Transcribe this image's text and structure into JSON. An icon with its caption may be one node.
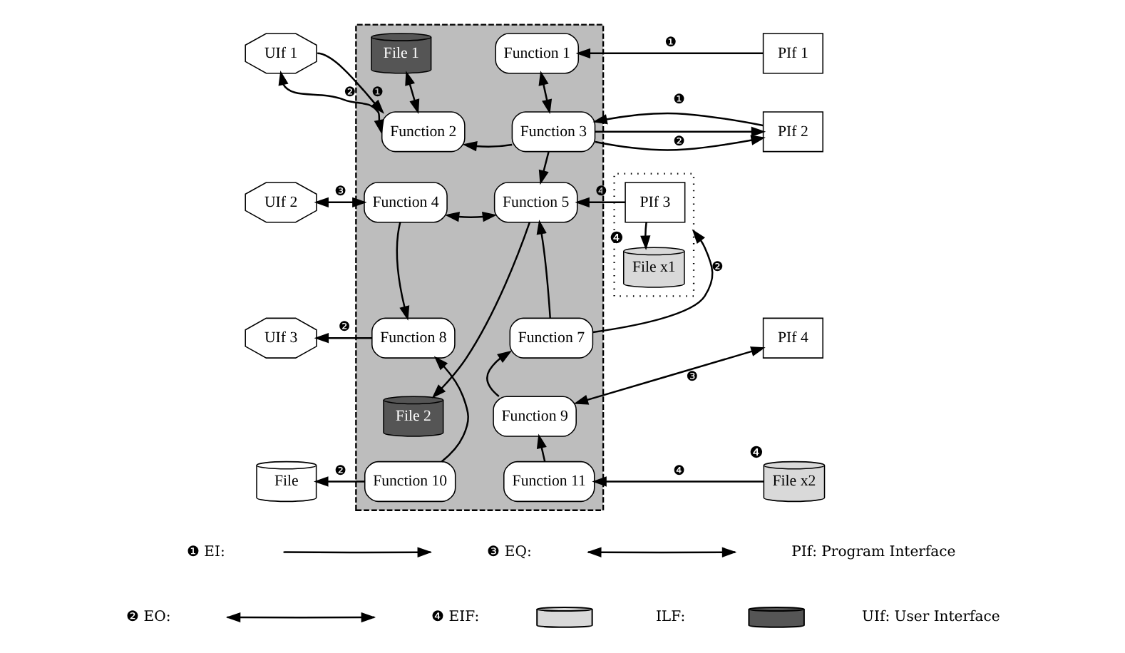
{
  "diagram": {
    "nodes": [
      {
        "text": [],
        "shape": "box"
      },
      {
        "text": [
          "File 1"
        ],
        "in": 0
      },
      {
        "text": [
          "Function 1"
        ],
        "in": 0
      },
      {
        "text": [
          "Function 2"
        ],
        "in": 0
      },
      {
        "text": [
          "Function 3"
        ],
        "in": 0
      },
      {
        "text": [
          "Function 4"
        ],
        "in": 0
      },
      {
        "text": [
          "Function 5"
        ],
        "in": 0
      },
      {
        "text": [
          "Function 8"
        ],
        "in": 0
      },
      {
        "text": [
          "File 2"
        ],
        "in": 0
      },
      {
        "text": [
          "Function 7"
        ],
        "in": 0
      },
      {
        "text": [
          "Function 9"
        ],
        "in": 0
      },
      {
        "text": [
          "Function 10"
        ],
        "in": 0
      },
      {
        "text": [
          "Function 11"
        ],
        "in": 0
      },
      {
        "text": [
          "UIf 1"
        ]
      },
      {
        "text": [
          "UIf 2"
        ]
      },
      {
        "text": [
          "UIf 3"
        ]
      },
      {
        "text": [
          "File"
        ]
      },
      {
        "text": [
          "PIf 1"
        ]
      },
      {
        "text": [
          "PIf 2"
        ]
      },
      {
        "text": [],
        "shape": "box"
      },
      {
        "text": [
          "PIf 3"
        ],
        "in": 19
      },
      {
        "text": [
          "File x1"
        ],
        "in": 19,
        "beside": [
          "❹"
        ]
      },
      {
        "text": [
          "PIf 4"
        ]
      },
      {
        "text": [
          "File x2"
        ],
        "beside": [
          "❹"
        ]
      }
    ],
    "edges": [
      {
        "from": 13,
        "to": 3,
        "arrow": "to",
        "label": "❶"
      },
      {
        "from": 3,
        "to": 13,
        "arrow": "both",
        "label": "❷"
      },
      {
        "from": 1,
        "to": 3,
        "arrow": "both"
      },
      {
        "from": 2,
        "to": 4,
        "arrow": "both"
      },
      {
        "from": 4,
        "to": 3,
        "arrow": "to"
      },
      {
        "from": 17,
        "to": 2,
        "arrow": "to",
        "label": "❶"
      },
      {
        "from": 4,
        "to": 18,
        "arrow": "to",
        "label": "❷"
      },
      {
        "from": 18,
        "to": 4,
        "arrow": "to",
        "label": "❶"
      },
      {
        "from": 4,
        "to": 6,
        "arrow": "to"
      },
      {
        "from": 20,
        "to": 6,
        "arrow": "to",
        "label": "❹"
      },
      {
        "from": 20,
        "to": 21,
        "arrow": "to"
      },
      {
        "from": 14,
        "to": 5,
        "arrow": "both",
        "label": "❸"
      },
      {
        "from": 5,
        "to": 6,
        "arrow": "both"
      },
      {
        "from": 5,
        "to": 7,
        "arrow": "to"
      },
      {
        "from": 7,
        "to": 15,
        "arrow": "to",
        "label": "❷"
      },
      {
        "from": 6,
        "to": 8,
        "arrow": "to"
      },
      {
        "from": 9,
        "to": 6,
        "arrow": "to"
      },
      {
        "from": 9,
        "to": 19,
        "arrow": "to",
        "label": "❷"
      },
      {
        "from": 10,
        "to": 9,
        "arrow": "to"
      },
      {
        "from": 10,
        "to": 22,
        "arrow": "both",
        "label": "❸"
      },
      {
        "from": 12,
        "to": 10,
        "arrow": "to"
      },
      {
        "from": 23,
        "to": 12,
        "arrow": "to",
        "label": "❹"
      },
      {
        "from": 11,
        "to": 7,
        "arrow": "to"
      },
      {
        "from": 11,
        "to": 16,
        "arrow": "to",
        "label": "❷"
      }
    ],
    "labels": [
      "PIf: Program Interface",
      "UIf: User Interface"
    ],
    "legend": [
      {
        "text": "❶ EI:"
      },
      {
        "text": "❸ EQ:"
      },
      {
        "text": "❷ EO:"
      },
      {
        "text": "❹ EIF:"
      },
      {
        "text": "ILF:"
      }
    ]
  }
}
